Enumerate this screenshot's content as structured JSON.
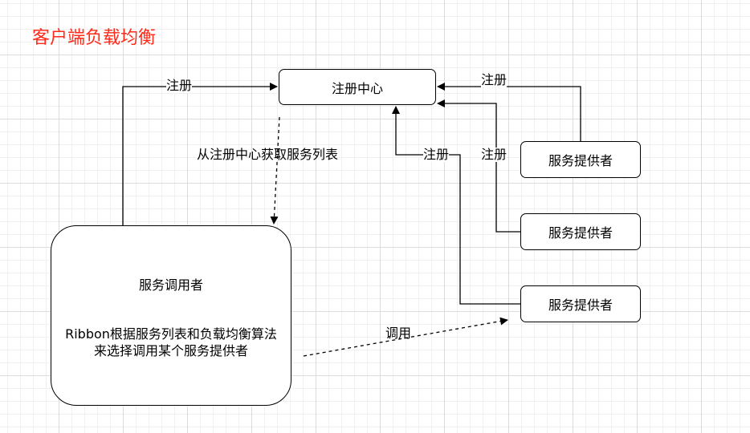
{
  "title": "客户端负载均衡",
  "nodes": {
    "registry": "注册中心",
    "providers": [
      "服务提供者",
      "服务提供者",
      "服务提供者"
    ],
    "consumer": {
      "name": "服务调用者",
      "desc_line1": "Ribbon根据服务列表和负载均衡算法",
      "desc_line2": "来选择调用某个服务提供者"
    }
  },
  "edge_labels": {
    "consumer_register": "注册",
    "provider1_register": "注册",
    "provider2_register": "注册",
    "provider3_register": "注册",
    "fetch_list": "从注册中心获取服务列表",
    "invoke": "调用"
  },
  "colors": {
    "title": "#ff2a1a",
    "line": "#000000",
    "grid": "#dcdcdc"
  }
}
